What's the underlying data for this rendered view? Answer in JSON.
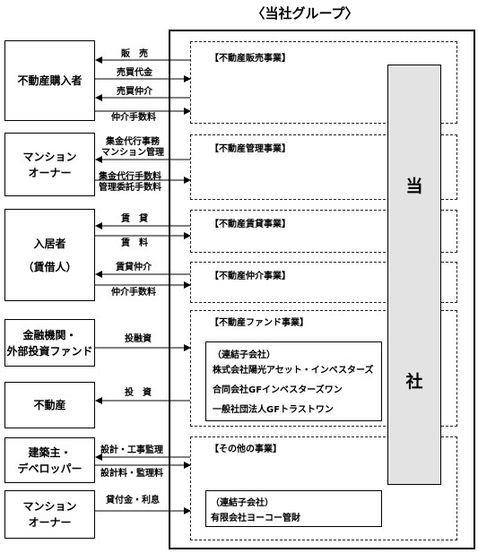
{
  "diagram": {
    "title": "〈当社グループ〉",
    "company": {
      "char_top": "当",
      "char_bottom": "社"
    }
  },
  "parties": [
    {
      "lines": [
        "不動産購入者"
      ]
    },
    {
      "lines": [
        "マンション",
        "オーナー"
      ]
    },
    {
      "lines": [
        "入居者",
        "",
        "（賃借人）"
      ]
    },
    {
      "lines": [
        "金融機関・",
        "外部投資ファンド"
      ]
    },
    {
      "lines": [
        "不動産"
      ]
    },
    {
      "lines": [
        "建築主・",
        "デベロッパー"
      ]
    },
    {
      "lines": [
        "マンション",
        "オーナー"
      ]
    }
  ],
  "segments": [
    {
      "label": "【不動産販売事業】"
    },
    {
      "label": "【不動産管理事業】"
    },
    {
      "label": "【不動産賃貸事業】"
    },
    {
      "label": "【不動産仲介事業】"
    },
    {
      "label": "【不動産ファンド事業】"
    },
    {
      "label": "【その他の事業】"
    }
  ],
  "subsidiaries": [
    {
      "heading": "（連結子会社）",
      "companies": [
        "株式会社陽光アセット・インベスターズ",
        "合同会社GFインベスターズワン",
        "一般社団法人GFトラストワン"
      ]
    },
    {
      "heading": "（連結子会社）",
      "companies": [
        "有限会社ヨーコー管財"
      ]
    }
  ],
  "flows": [
    {
      "label": "販　売",
      "direction": "to-party"
    },
    {
      "label": "売買代金",
      "direction": "to-group"
    },
    {
      "label": "売買仲介",
      "direction": "to-party"
    },
    {
      "label": "仲介手数料",
      "direction": "to-group"
    },
    {
      "label": "集金代行事務\nマンション管理",
      "direction": "to-party"
    },
    {
      "label": "集金代行手数料\n管理委託手数料",
      "direction": "to-group"
    },
    {
      "label": "賃　貸",
      "direction": "to-party"
    },
    {
      "label": "賃　料",
      "direction": "to-group"
    },
    {
      "label": "賃貸仲介",
      "direction": "to-party"
    },
    {
      "label": "仲介手数料",
      "direction": "to-group"
    },
    {
      "label": "投融資",
      "direction": "to-group"
    },
    {
      "label": "投　資",
      "direction": "to-party"
    },
    {
      "label": "設計・工事監理",
      "direction": "to-party"
    },
    {
      "label": "設計料・監理料",
      "direction": "to-group"
    },
    {
      "label": "貸付金・利息",
      "direction": "to-group"
    }
  ]
}
